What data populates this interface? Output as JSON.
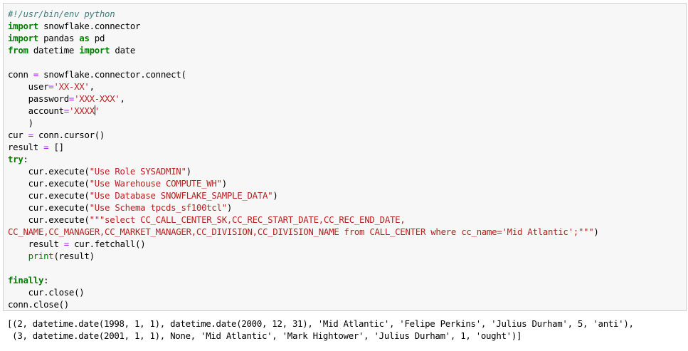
{
  "code": {
    "shebang": "#!/usr/bin/env python",
    "kw_import": "import",
    "kw_from": "from",
    "kw_as": "as",
    "kw_try": "try",
    "kw_finally": "finally",
    "mod_snowflake": "snowflake.connector",
    "mod_pandas": "pandas",
    "alias_pd": "pd",
    "mod_datetime": "datetime",
    "name_date": "date",
    "conn_assign": "conn",
    "connect_call": "snowflake.connector.connect(",
    "arg_user": "user",
    "val_user": "'XX-XX'",
    "arg_password": "password",
    "val_password": "'XXX-XXX'",
    "arg_account": "account",
    "val_account_start": "'XXXX",
    "val_account_end": "'",
    "close_paren": ")",
    "cur_name": "cur",
    "cursor_call": "conn.cursor()",
    "result_name": "result",
    "empty_list": "[]",
    "exec_call": "cur.execute(",
    "sql_role": "\"Use Role SYSADMIN\"",
    "sql_wh": "\"Use Warehouse COMPUTE_WH\"",
    "sql_db": "\"Use Database SNOWFLAKE_SAMPLE_DATA\"",
    "sql_schema": "\"Use Schema tpcds_sf100tcl\"",
    "sql_select_1": "\"\"\"select CC_CALL_CENTER_SK,CC_REC_START_DATE,CC_REC_END_DATE,",
    "sql_select_2": "CC_NAME,CC_MANAGER,CC_MARKET_MANAGER,CC_DIVISION,CC_DIVISION_NAME from CALL_CENTER where cc_name='Mid Atlantic';\"\"\"",
    "fetchall_call": "cur.fetchall()",
    "print_fn": "print",
    "print_args": "(result)",
    "cur_close": "cur.close()",
    "conn_close": "conn.close()"
  },
  "output": {
    "line1": "[(2, datetime.date(1998, 1, 1), datetime.date(2000, 12, 31), 'Mid Atlantic', 'Felipe Perkins', 'Julius Durham', 5, 'anti'),",
    "line2": " (3, datetime.date(2001, 1, 1), None, 'Mid Atlantic', 'Mark Hightower', 'Julius Durham', 1, 'ought')]"
  }
}
